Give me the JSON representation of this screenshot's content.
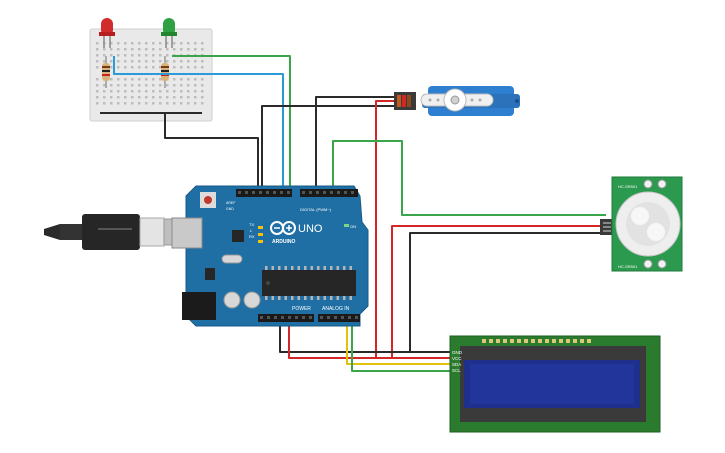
{
  "board": {
    "brand": "ARDUINO",
    "model": "UNO",
    "digital_label": "DIGITAL (PWM~)",
    "power_label": "POWER",
    "analog_label": "ANALOG IN",
    "aref": "AREF",
    "gnd": "GND",
    "tx": "TX",
    "rx": "RX",
    "l": "L",
    "on": "ON"
  },
  "lcd": {
    "pins": [
      "GND",
      "VCC",
      "SDA",
      "SCL"
    ]
  },
  "pir": {
    "top_text": "HC-SR501",
    "bottom_text": "HC-SR501"
  },
  "colors": {
    "board_blue": "#1f6fa5",
    "wire_green": "#3aa64a",
    "wire_blue": "#2a9ad8",
    "wire_black": "#2a2a2a",
    "wire_red": "#d32626",
    "wire_yellow": "#e2c20d",
    "servo_blue": "#2f7fd0",
    "pir_green": "#2c9a4e",
    "lcd_green": "#2a7b2e",
    "lcd_screen": "#1e2f8c"
  },
  "icons": [
    "usb-plug-icon",
    "arduino-logo-icon",
    "reset-button-icon"
  ]
}
